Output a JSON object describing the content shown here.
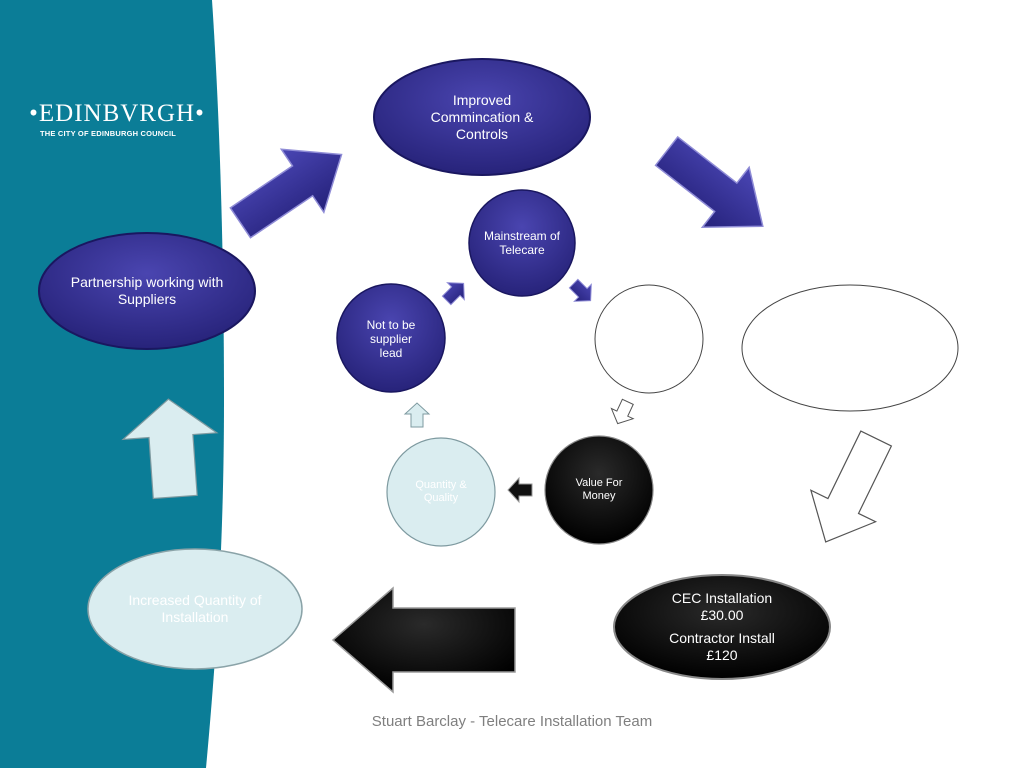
{
  "logo": {
    "wordmark": "•EDINBVRGH•",
    "subtitle": "THE CITY OF EDINBURGH COUNCIL"
  },
  "nodes": {
    "improved": "Improved Commincation & Controls",
    "partnership": "Partnership working with Suppliers",
    "increased": "Increased Quantity of Installation",
    "cost_line1": "CEC Installation £30.00",
    "cost_line2": "Contractor Install £120",
    "mainstream": "Mainstream of Telecare",
    "supplier": "Not to be supplier lead",
    "quantity": "Quantity & Quality",
    "value": "Value For Money",
    "blank_circle": "",
    "blank_ellipse": ""
  },
  "footer": {
    "text": "Stuart Barclay - Telecare Installation Team"
  },
  "colors": {
    "sidebar": "#0b7d97",
    "navy": "#2f2b8c",
    "navy_dark": "#1c1969",
    "light_teal": "#daedf0",
    "black": "#000000",
    "white": "#ffffff"
  }
}
